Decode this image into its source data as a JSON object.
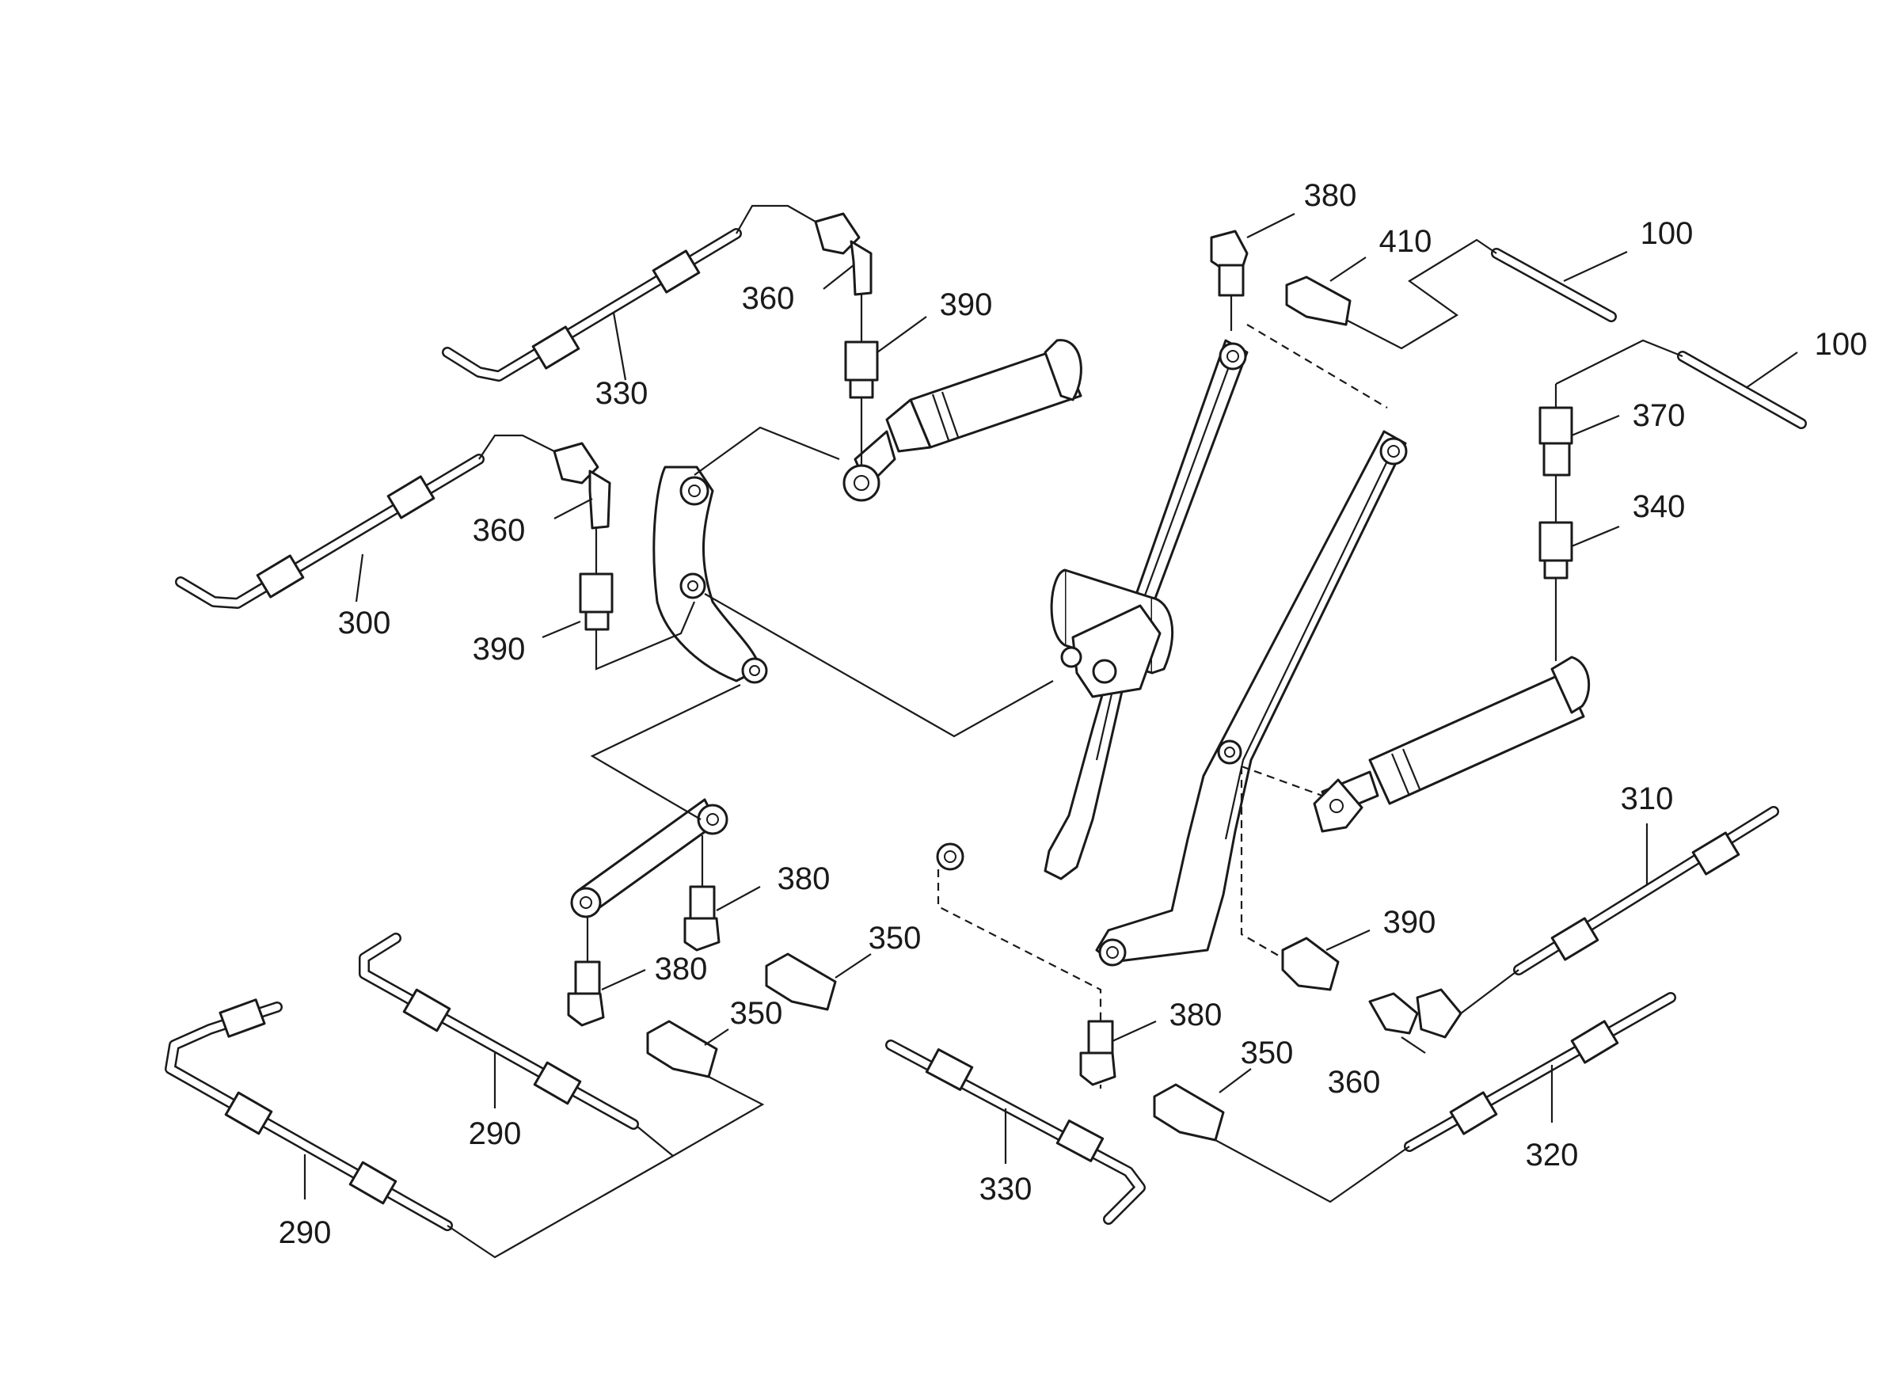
{
  "callouts": [
    {
      "id": "c330a",
      "label": "330"
    },
    {
      "id": "c360a",
      "label": "360"
    },
    {
      "id": "c390a",
      "label": "390"
    },
    {
      "id": "c300",
      "label": "300"
    },
    {
      "id": "c360b",
      "label": "360"
    },
    {
      "id": "c390b",
      "label": "390"
    },
    {
      "id": "c380a",
      "label": "380"
    },
    {
      "id": "c410",
      "label": "410"
    },
    {
      "id": "c100a",
      "label": "100"
    },
    {
      "id": "c100b",
      "label": "100"
    },
    {
      "id": "c370",
      "label": "370"
    },
    {
      "id": "c340",
      "label": "340"
    },
    {
      "id": "c310",
      "label": "310"
    },
    {
      "id": "c390c",
      "label": "390"
    },
    {
      "id": "c360c",
      "label": "360"
    },
    {
      "id": "c320",
      "label": "320"
    },
    {
      "id": "c380b",
      "label": "380"
    },
    {
      "id": "c380c",
      "label": "380"
    },
    {
      "id": "c350a",
      "label": "350"
    },
    {
      "id": "c350b",
      "label": "350"
    },
    {
      "id": "c380d",
      "label": "380"
    },
    {
      "id": "c350c",
      "label": "350"
    },
    {
      "id": "c330b",
      "label": "330"
    },
    {
      "id": "c290a",
      "label": "290"
    },
    {
      "id": "c290b",
      "label": "290"
    }
  ]
}
